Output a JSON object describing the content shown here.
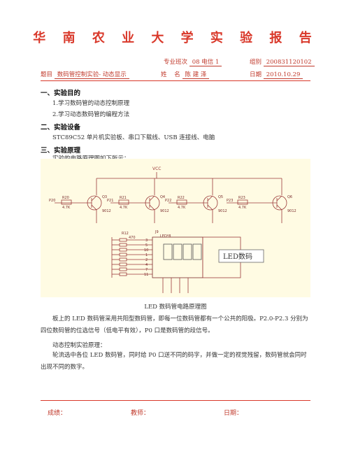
{
  "header": {
    "title": "华 南 农 业 大 学 实 验 报 告",
    "class_label": "专业班次",
    "class_value": "08 电信 1",
    "group_label": "组别",
    "group_value": "200831120102",
    "topic_label": "题目",
    "topic_value": "数码管控制实验- 动态显示",
    "name_label": "姓    名",
    "name_value": "陈 建 泽",
    "date_label": "日期",
    "date_value": "2010.10.29"
  },
  "sections": {
    "s1": {
      "title": "一、实验目的",
      "items": [
        "1.学习数码管的动态控制原理",
        "2.学习动态数码管的编程方法"
      ]
    },
    "s2": {
      "title": "二、实验设备",
      "text": "STC89C52 单片机实验板、串口下载线、USB 连接线、电脑"
    },
    "s3": {
      "title": "三、实验原理",
      "text": "实验的电路原理图如下所示："
    }
  },
  "schematic": {
    "vcc": "VCC",
    "transistors": [
      {
        "ref": "Q3",
        "part": "9012",
        "base_net": "P20",
        "resistor": "R20",
        "value": "4.7K"
      },
      {
        "ref": "Q4",
        "part": "9012",
        "base_net": "P21",
        "resistor": "R21",
        "value": "4.7K"
      },
      {
        "ref": "Q5",
        "part": "9012",
        "base_net": "P22",
        "resistor": "R22",
        "value": "4.7K"
      },
      {
        "ref": "Q6",
        "part": "9012",
        "base_net": "P23",
        "resistor": "R23",
        "value": "4.7K"
      }
    ],
    "resnet_ref": "R12",
    "resnet_value": "470",
    "connector_ref": "J9",
    "connector_name": "LED*8",
    "pin_numbers": [
      "3",
      "5",
      "10",
      "1",
      "2",
      "4",
      "7",
      "11"
    ],
    "led_label": "LED数码"
  },
  "caption": "LED 数码管电路原理图",
  "body": {
    "p1": "板上的 LED 数码管采用共阳型数码管，即每一位数码管都有一个公共的阳极。P2.0-P2.3 分别为四位数码管的位选信号（低电平有效），P0 口是数码管的段信号。",
    "p2": "动态控制实验原理：",
    "p3": "轮流选中各位 LED 数码管，同时给 P0 口送不同的码字，并做一定的视觉残留，数码管就会同时出现不同的数字。"
  },
  "footer": {
    "score_label": "成绩：",
    "teacher_label": "教师：",
    "date_label": "日期："
  }
}
